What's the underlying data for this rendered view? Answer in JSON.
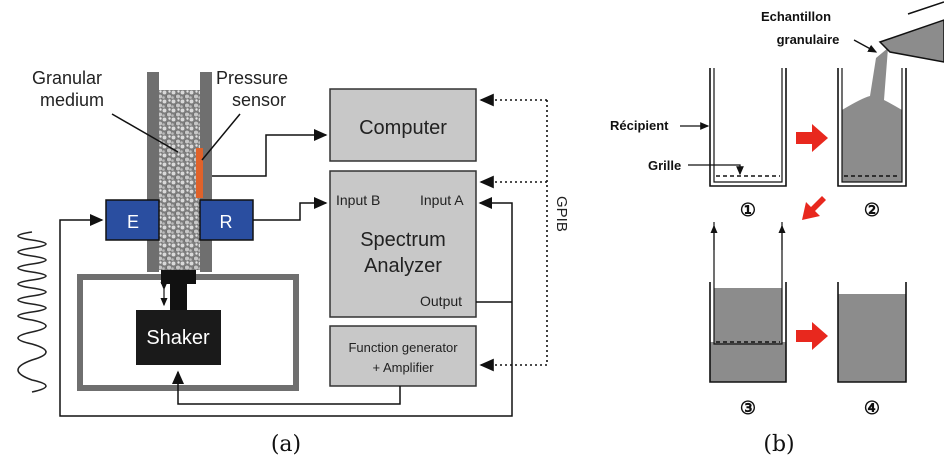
{
  "panel_a": {
    "granular_medium_label_1": "Granular",
    "granular_medium_label_2": "medium",
    "pressure_sensor_label_1": "Pressure",
    "pressure_sensor_label_2": "sensor",
    "emitter_label": "E",
    "receiver_label": "R",
    "shaker_label": "Shaker",
    "computer_label": "Computer",
    "input_b_label": "Input B",
    "input_a_label": "Input A",
    "spectrum_label_1": "Spectrum",
    "spectrum_label_2": "Analyzer",
    "output_label": "Output",
    "function_gen_label_1": "Function generator",
    "function_gen_label_2": "+ Amplifier",
    "gpib_label": "GPIB",
    "caption": "(a)",
    "colors": {
      "transducer_blue": "#2a4ea0",
      "sensor_orange": "#e0622a",
      "box_gray": "#c8c8c8",
      "tube_gray": "#6f6f6f"
    }
  },
  "panel_b": {
    "sample_label_1": "Echantillon",
    "sample_label_2": "granulaire",
    "container_label": "Récipient",
    "grid_label": "Grille",
    "step_1": "①",
    "step_2": "②",
    "step_3": "③",
    "step_4": "④",
    "caption": "(b)",
    "colors": {
      "arrow_red": "#e8281e",
      "fill_gray": "#8c8c8c"
    }
  }
}
